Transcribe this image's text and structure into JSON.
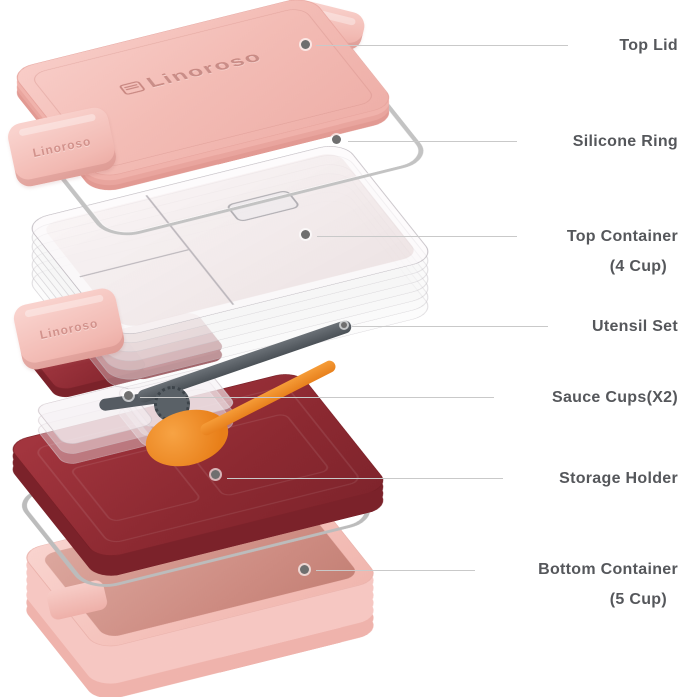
{
  "brand": {
    "name": "Linoroso"
  },
  "callouts": [
    {
      "label": "Top Lid"
    },
    {
      "label": "Silicone Ring"
    },
    {
      "label": "Top Container",
      "sub": "(4 Cup)"
    },
    {
      "label": "Utensil Set"
    },
    {
      "label": "Sauce Cups(X2)"
    },
    {
      "label": "Storage Holder"
    },
    {
      "label": "Bottom Container",
      "sub": "(5 Cup)"
    }
  ],
  "parts": [
    "Top Lid",
    "Silicone Ring",
    "Top Container (4 Cup)",
    "Utensil Set",
    "Sauce Cups(X2)",
    "Storage Holder",
    "Bottom Container (5 Cup)"
  ],
  "colors": {
    "lid_pink": "#f3bcb5",
    "latch_pink": "#f2bab3",
    "deep_red": "#8c2931",
    "sauce_lid_red": "#a73b44",
    "spoon_orange": "#ef8d28",
    "utensil_gray": "#565c63",
    "ring_gray": "#c2c2c2",
    "bottom_box_pink": "#f4c0b9",
    "box_well_rose": "#cd8b81",
    "label_text": "#55575b",
    "leader_line": "#c9c9c9"
  }
}
